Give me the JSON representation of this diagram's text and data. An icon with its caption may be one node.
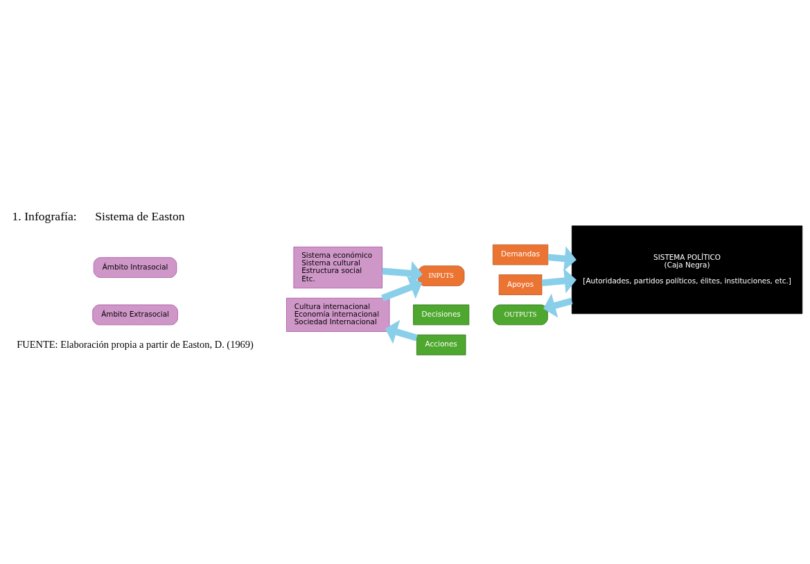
{
  "diagram": {
    "title": "1. Infografía:      Sistema de Easton",
    "caption": "FUENTE: Elaboración propia a partir de Easton, D. (1969)",
    "nodes": [
      {
        "text": [
          "Ámbito Intrasocial"
        ]
      },
      {
        "text": [
          "Sistema económico",
          "Sistema cultural",
          "Estructura social",
          "Etc."
        ]
      },
      {
        "text": [
          "Ámbito Extrasocial"
        ]
      },
      {
        "text": [
          "Cultura internacional",
          "Economía internacional",
          "Sociedad Internacional"
        ]
      },
      {
        "text": [
          "INPUTS"
        ]
      },
      {
        "text": [
          "Demandas"
        ]
      },
      {
        "text": [
          "Apoyos"
        ]
      },
      {
        "text": [
          "SISTEMA POLÍTICO",
          "(Caja Negra)",
          "[Autoridades, partidos políticos, élites, instituciones, etc.]"
        ]
      },
      {
        "text": [
          "Decisiones"
        ]
      },
      {
        "text": [
          "Acciones"
        ]
      },
      {
        "text": [
          "OUTPUTS"
        ]
      }
    ],
    "edges": [
      {
        "from": 1,
        "to": 4,
        "arrow": "to"
      },
      {
        "from": 3,
        "to": 4,
        "arrow": "to"
      },
      {
        "from": 5,
        "to": 7,
        "arrow": "to"
      },
      {
        "from": 6,
        "to": 7,
        "arrow": "to"
      },
      {
        "from": 7,
        "to": 10,
        "arrow": "to"
      },
      {
        "from": 9,
        "to": 3,
        "arrow": "to"
      }
    ]
  }
}
